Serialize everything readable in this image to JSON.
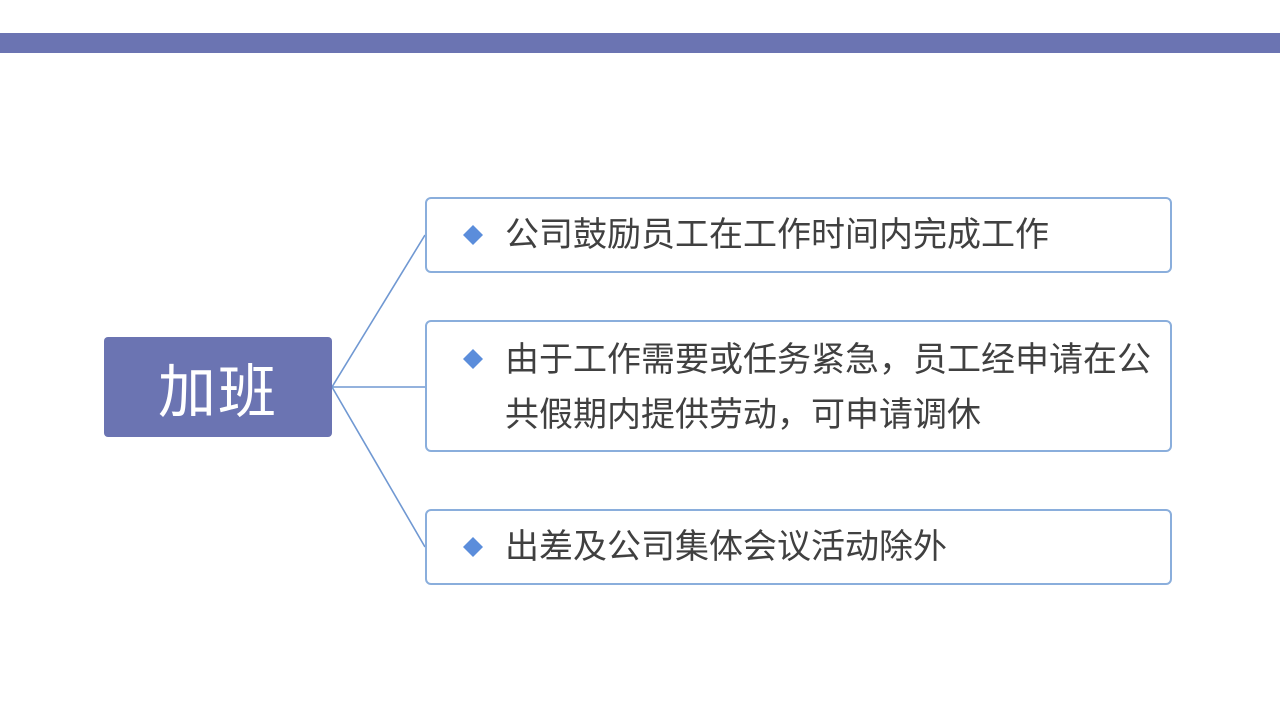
{
  "theme": {
    "bar_color": "#6b74b2",
    "root_fill": "#6b74b2",
    "root_text": "#ffffff",
    "branch_border": "#8aaedc",
    "connector": "#7098d2",
    "bullet": "#5b8ddb",
    "text": "#404040"
  },
  "icons": {
    "bullet": "diamond-icon"
  },
  "diagram": {
    "root": "加班",
    "branches": [
      {
        "text": "公司鼓励员工在工作时间内完成工作"
      },
      {
        "text": "由于工作需要或任务紧急，员工经申请在公共假期内提供劳动，可申请调休"
      },
      {
        "text": "出差及公司集体会议活动除外"
      }
    ]
  }
}
